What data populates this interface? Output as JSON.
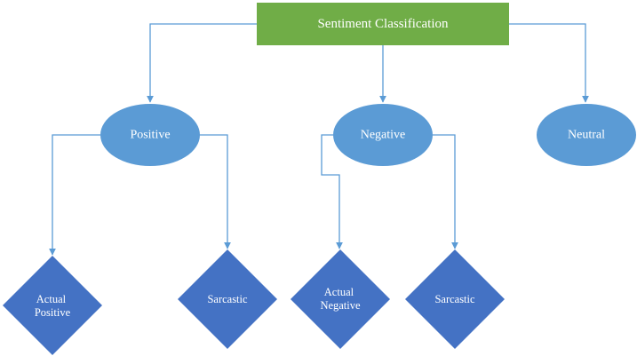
{
  "colors": {
    "root": "#70ad47",
    "ellipse": "#5b9bd5",
    "diamond": "#4472c4",
    "connector": "#5b9bd5",
    "text": "#ffffff"
  },
  "root": {
    "label": "Sentiment Classification"
  },
  "categories": {
    "positive": {
      "label": "Positive"
    },
    "negative": {
      "label": "Negative"
    },
    "neutral": {
      "label": "Neutral"
    }
  },
  "leaves": {
    "actual_positive": {
      "lines": [
        "Actual",
        "Positive"
      ]
    },
    "positive_sarcastic": {
      "lines": [
        "Sarcastic"
      ]
    },
    "actual_negative": {
      "lines": [
        "Actual",
        "Negative"
      ]
    },
    "negative_sarcastic": {
      "lines": [
        "Sarcastic"
      ]
    }
  }
}
